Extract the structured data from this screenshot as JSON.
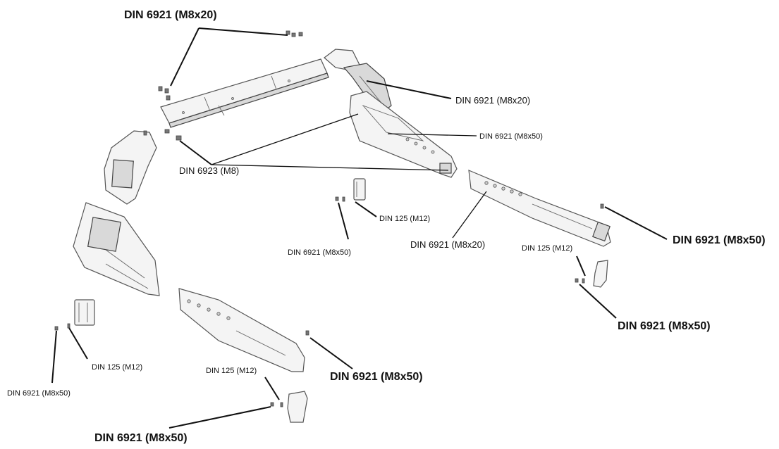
{
  "labels": {
    "top_m8x20": "DIN 6921 (M8x20)",
    "right_m8x20": "DIN 6921 (M8x20)",
    "mid_m8x50": "DIN 6921 (M8x50)",
    "m8_nut": "DIN 6923 (M8)",
    "center_din125": "DIN 125 (M12)",
    "center_m8x50": "DIN 6921 (M8x50)",
    "lower_m8x20": "DIN 6921 (M8x20)",
    "far_right_m8x50": "DIN 6921 (M8x50)",
    "right_din125": "DIN 125 (M12)",
    "right_lower_m8x50": "DIN 6921 (M8x50)",
    "left_din125": "DIN 125 (M12)",
    "left_m8x50": "DIN 6921 (M8x50)",
    "bottom_din125": "DIN 125 (M12)",
    "bottom_mid_m8x50": "DIN 6921 (M8x50)",
    "bottom_m8x50": "DIN 6921 (M8x50)"
  }
}
